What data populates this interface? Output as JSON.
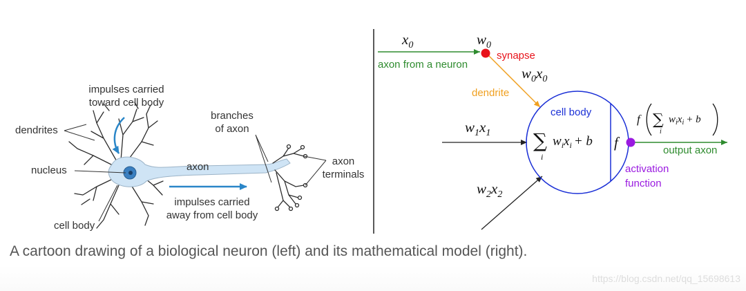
{
  "colors": {
    "blue": "#1a2fd6",
    "red": "#e8121a",
    "green": "#2e8b2e",
    "orange": "#f0a020",
    "purple": "#9a1ae0",
    "cell_blue": "#cfe4f5",
    "arrow_blue": "#2a86c8",
    "text": "#333333",
    "caption": "#555555"
  },
  "biological": {
    "impulses_toward_line1": "impulses carried",
    "impulses_toward_line2": "toward cell body",
    "dendrites": "dendrites",
    "nucleus": "nucleus",
    "cell_body": "cell body",
    "axon": "axon",
    "branches_line1": "branches",
    "branches_line2": "of axon",
    "axon_terminals_line1": "axon",
    "axon_terminals_line2": "terminals",
    "impulses_away_line1": "impulses carried",
    "impulses_away_line2": "away from cell body"
  },
  "model": {
    "x0": "x",
    "x0_sub": "0",
    "w0": "w",
    "w0_sub": "0",
    "synapse": "synapse",
    "axon_from_neuron": "axon from a neuron",
    "w0x0_w": "w",
    "w0x0_w_sub": "0",
    "w0x0_x": "x",
    "w0x0_x_sub": "0",
    "dendrite": "dendrite",
    "cell_body": "cell body",
    "w1x1_w": "w",
    "w1x1_w_sub": "1",
    "w1x1_x": "x",
    "w1x1_x_sub": "1",
    "w2x2_w": "w",
    "w2x2_w_sub": "2",
    "w2x2_x": "x",
    "w2x2_x_sub": "2",
    "sum_symbol": "∑",
    "sum_index": "i",
    "sum_w": "w",
    "sum_w_sub": "i",
    "sum_x": "x",
    "sum_x_sub": "i",
    "sum_plus_b": "+ b",
    "f": "f",
    "output_f": "f",
    "output_sum_index": "i",
    "output_w": "w",
    "output_w_sub": "i",
    "output_x": "x",
    "output_x_sub": "i",
    "output_plus_b": "+ b",
    "output_axon": "output axon",
    "activation_line1": "activation",
    "activation_line2": "function"
  },
  "caption": "A cartoon drawing of a biological neuron (left) and its mathematical model (right).",
  "watermark": "https://blog.csdn.net/qq_15698613"
}
